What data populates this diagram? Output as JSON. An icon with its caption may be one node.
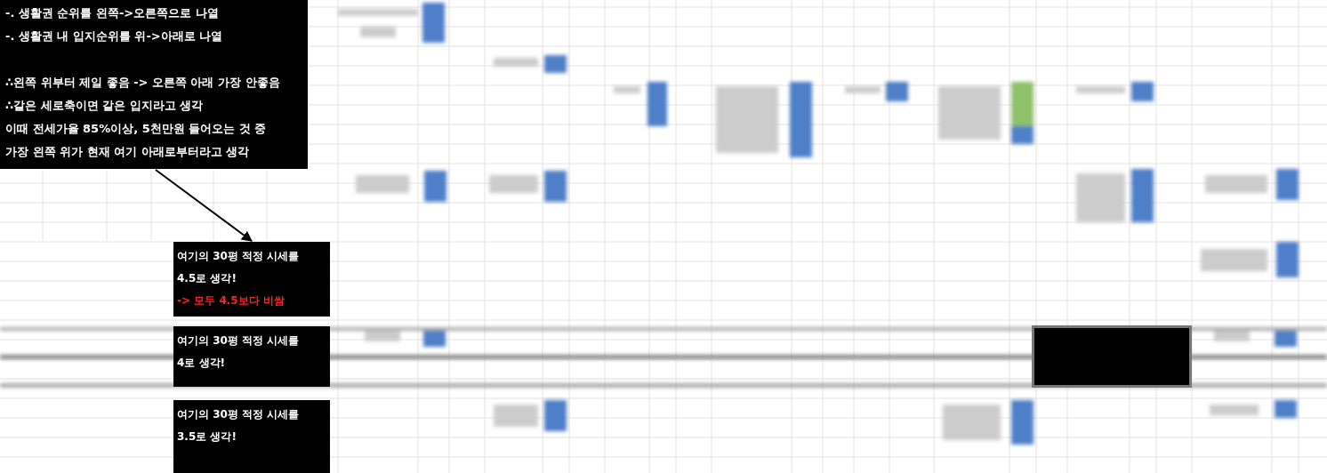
{
  "diagram": {
    "nodes": [
      {
        "text": [
          "-. 생활권 순위를 왼쪽->오른쪽으로 나열",
          "-. 생활권 내 입지순위를 위->아래로 나열",
          "∴왼쪽 위부터 제일 좋음 -> 오른쪽 아래 가장 안좋음",
          "∴같은 세로축이면 같은 입지라고 생각",
          "이때 전세가율 85%이상, 5천만원 들어오는 것 중",
          "가장 왼쪽 위가  현재  여기 아래로부터라고 생각"
        ]
      },
      {
        "text": [
          "여기의 30평 적정 시세를 4.5로 생각!",
          "-> 모두 4.5보다 비쌈"
        ]
      },
      {
        "text": [
          "여기의 30평 적정 시세를 4로 생각!"
        ]
      },
      {
        "text": [
          "여기의 30평 적정 시세를 3.5로 생각!"
        ]
      },
      {
        "text": [],
        "shape": "box"
      }
    ],
    "edges": [
      {
        "from": 0,
        "to": 1,
        "arrow": "to"
      }
    ]
  }
}
